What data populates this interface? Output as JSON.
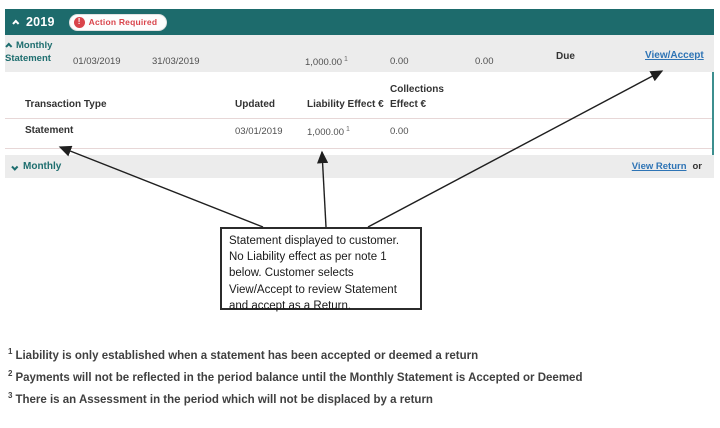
{
  "colors": {
    "accent_teal": "#1d6b6c",
    "alert_red": "#d9444b",
    "link_blue": "#2e74b5",
    "row_gray": "#ececec"
  },
  "period_header": {
    "year": "2019",
    "badge": {
      "icon": "!",
      "label": "Action Required"
    }
  },
  "summary_row": {
    "group_line1": "Monthly",
    "group_line2": "Statement",
    "start_date": "01/03/2019",
    "end_date": "31/03/2019",
    "liability": "1,000.00",
    "liability_note": "1",
    "collections": "0.00",
    "balance": "0.00",
    "status": "Due",
    "action_link": "View/Accept"
  },
  "table": {
    "col_transaction": "Transaction Type",
    "col_updated": "Updated",
    "col_liability": "Liability Effect €",
    "col_collections_line1": "Collections",
    "col_collections_line2": "Effect €",
    "rows": [
      {
        "type": "Statement",
        "updated": "03/01/2019",
        "liability": "1,000.00",
        "note": "1",
        "collections": "0.00"
      }
    ]
  },
  "collapsed_row": {
    "label": "Monthly",
    "link": "View Return",
    "suffix": "or"
  },
  "annotation": {
    "text": "Statement displayed to customer. No Liability effect as per note 1 below. Customer selects View/Accept to review Statement and accept as a Return."
  },
  "footnotes": [
    {
      "sup": "1",
      "text": "Liability is only established when a statement has been accepted or deemed a return"
    },
    {
      "sup": "2",
      "text": "Payments will not be reflected in the period balance until the Monthly Statement is Accepted or Deemed"
    },
    {
      "sup": "3",
      "text": "There is an Assessment in the period which will not be displaced by a return"
    }
  ]
}
